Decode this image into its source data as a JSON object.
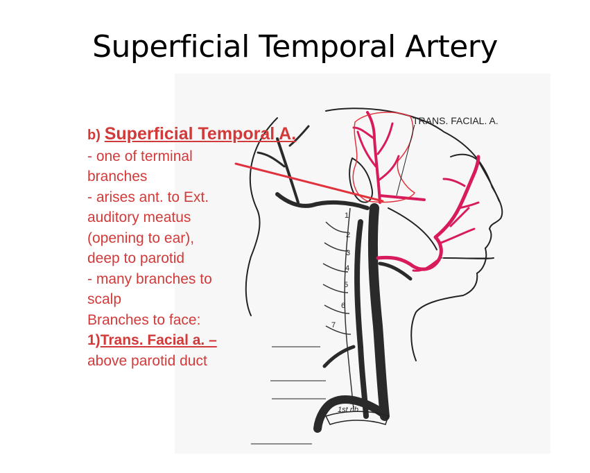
{
  "slide": {
    "title": "Superficial Temporal Artery"
  },
  "notes": {
    "lead": "b)",
    "heading": "Superficial Temporal A.",
    "lines": [
      "- one of terminal",
      "branches",
      "- arises ant. to Ext.",
      "auditory meatus",
      "(opening to ear),",
      "deep to parotid",
      "- many branches to",
      "scalp",
      "Branches to face:"
    ],
    "branch_number": "1)",
    "branch_name": "Trans. Facial a. –",
    "branch_desc": "above parotid duct"
  },
  "figure": {
    "label_trans_facial": "TRANS. FACIAL. A.",
    "vertebra_numbers": [
      "1",
      "2",
      "3",
      "4",
      "5",
      "6",
      "7"
    ],
    "rib_label": "1st rib",
    "colors": {
      "artery_highlight": "#d81b5c",
      "annotation_red": "#e0313d",
      "text_red": "#d23a3a",
      "line_art": "#222222"
    }
  }
}
